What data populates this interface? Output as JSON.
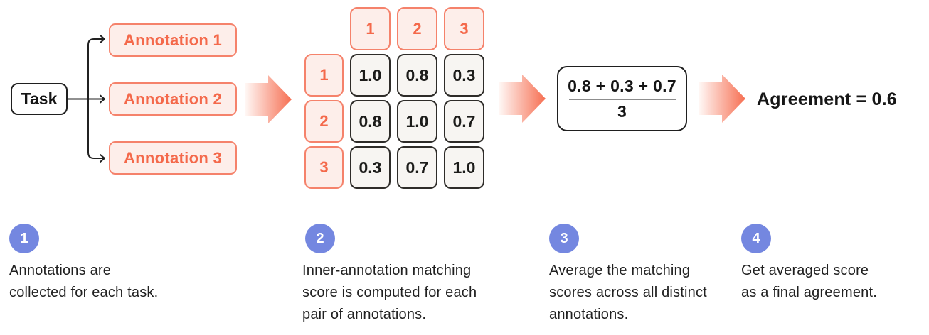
{
  "palette": {
    "salmon_text": "#F4694B",
    "salmon_border": "#F5826B",
    "salmon_fill": "#FDEEEA",
    "cell_fill": "#F7F5F2",
    "dark": "#1F1F1F",
    "fraction_line_gray": "#8C8C8C",
    "step_circle_blue": "#7487E0",
    "arrow_gradient_from": "#FFF9F7",
    "arrow_gradient_to": "#F66E51"
  },
  "flow": {
    "task_label": "Task",
    "annotations": [
      "Annotation 1",
      "Annotation 2",
      "Annotation 3"
    ],
    "matrix": {
      "col_headers": [
        "1",
        "2",
        "3"
      ],
      "row_headers": [
        "1",
        "2",
        "3"
      ],
      "values": [
        [
          "1.0",
          "0.8",
          "0.3"
        ],
        [
          "0.8",
          "1.0",
          "0.7"
        ],
        [
          "0.3",
          "0.7",
          "1.0"
        ]
      ]
    },
    "formula": {
      "numerator": "0.8 + 0.3 + 0.7",
      "denominator": "3"
    },
    "result_label": "Agreement = 0.6"
  },
  "steps": [
    {
      "number": "1",
      "lines": [
        "Annotations are",
        "collected for each task.",
        ""
      ]
    },
    {
      "number": "2",
      "lines": [
        "Inner-annotation matching",
        "score is computed for each",
        "pair of annotations."
      ]
    },
    {
      "number": "3",
      "lines": [
        "Average the matching",
        "scores across all distinct",
        "annotations."
      ]
    },
    {
      "number": "4",
      "lines": [
        "Get averaged score",
        "as a final agreement.",
        ""
      ]
    }
  ]
}
